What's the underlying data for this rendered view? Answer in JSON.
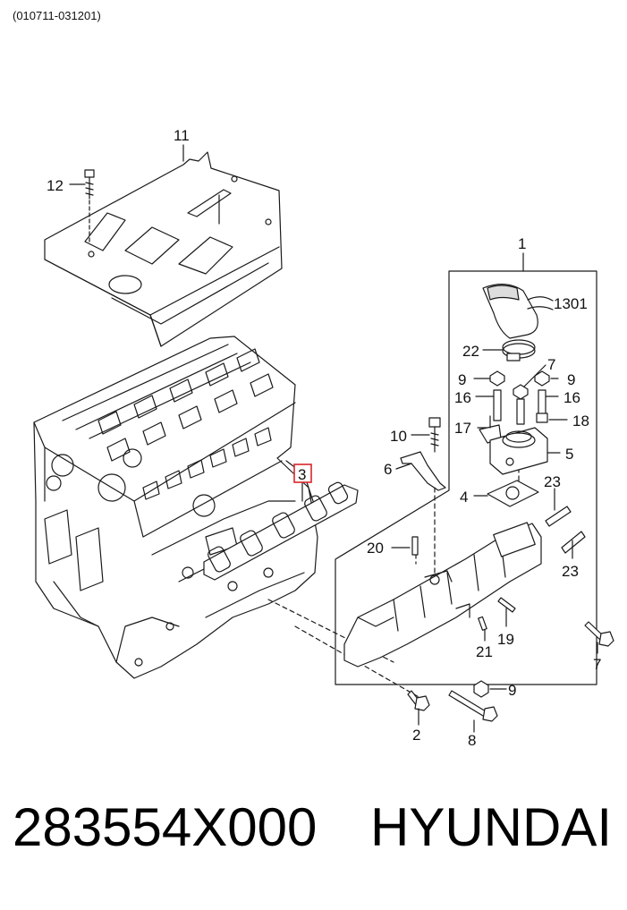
{
  "header": {
    "code": "(010711-031201)"
  },
  "callouts": [
    {
      "id": "c11",
      "label": "11"
    },
    {
      "id": "c12",
      "label": "12"
    },
    {
      "id": "c1",
      "label": "1"
    },
    {
      "id": "c1301",
      "label": "1301"
    },
    {
      "id": "c22",
      "label": "22"
    },
    {
      "id": "c7a",
      "label": "7"
    },
    {
      "id": "c9a",
      "label": "9"
    },
    {
      "id": "c9b",
      "label": "9"
    },
    {
      "id": "c16a",
      "label": "16"
    },
    {
      "id": "c16b",
      "label": "16"
    },
    {
      "id": "c17",
      "label": "17"
    },
    {
      "id": "c18",
      "label": "18"
    },
    {
      "id": "c10",
      "label": "10"
    },
    {
      "id": "c5",
      "label": "5"
    },
    {
      "id": "c6",
      "label": "6"
    },
    {
      "id": "c3",
      "label": "3"
    },
    {
      "id": "c4",
      "label": "4"
    },
    {
      "id": "c23a",
      "label": "23"
    },
    {
      "id": "c23b",
      "label": "23"
    },
    {
      "id": "c20",
      "label": "20"
    },
    {
      "id": "c19",
      "label": "19"
    },
    {
      "id": "c21",
      "label": "21"
    },
    {
      "id": "c7b",
      "label": "7"
    },
    {
      "id": "c9c",
      "label": "9"
    },
    {
      "id": "c2",
      "label": "2"
    },
    {
      "id": "c8",
      "label": "8"
    }
  ],
  "footer": {
    "part_number": "283554X000",
    "brand": "HYUNDAI"
  },
  "colors": {
    "highlight": "#d9262c",
    "line": "#1a1a1a",
    "fill": "#ffffff"
  }
}
